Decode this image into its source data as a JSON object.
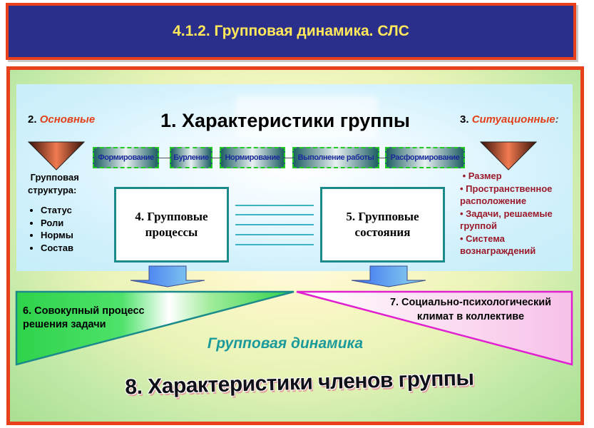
{
  "title": "4.1.2. Групповая динамика. СЛС",
  "heading": "1. Характеристики группы",
  "left": {
    "number": "2.",
    "label": "Основные",
    "structure_title": "Групповая структура:",
    "items": [
      "Статус",
      "Роли",
      "Нормы",
      "Состав"
    ]
  },
  "right": {
    "number": "3.",
    "label": "Ситуационные",
    "colon": ":",
    "items": [
      "• Размер",
      "• Пространственное расположение",
      "• Задачи, решаемые группой",
      "• Система вознаграждений"
    ]
  },
  "stages": [
    "Формирование",
    "Бурление",
    "Нормирование",
    "Выполнение работы",
    "Расформирование"
  ],
  "processes": "4. Групповые процессы",
  "states": "5. Групповые состояния",
  "joint_process": "6. Совокупный процесс решения задачи",
  "climate": "7. Социально-психологический климат в коллективе",
  "group_dynamics": "Групповая динамика",
  "members": "8. Характеристики членов группы",
  "colors": {
    "title_bg": "#2b2f8c",
    "title_text": "#ffe85a",
    "frame_border": "#e8401a",
    "accent_label": "#e2401a",
    "list_text": "#9b1a2a",
    "teal": "#1a8a8a",
    "green_triangle": "#2ed24a",
    "magenta_triangle": "#e020d0"
  }
}
